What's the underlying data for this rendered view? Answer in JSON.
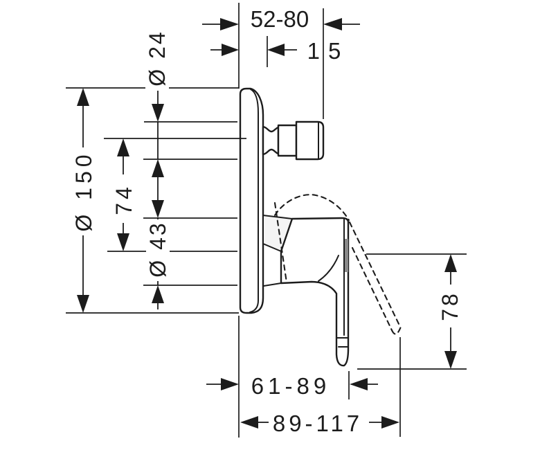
{
  "colors": {
    "ink": "#1c1c1c",
    "background": "#ffffff",
    "shade": "#8a8a8a"
  },
  "drawing": {
    "labels": {
      "depth_range_knob": "52-80",
      "plate_offset": "15",
      "knob_diameter": "Ø 24",
      "plate_diameter": "Ø 150",
      "axis_spacing": "74",
      "hub_diameter": "Ø 43",
      "lever_drop": "78",
      "depth_range_lever": "61-89",
      "depth_range_lever_tip": "89-117"
    }
  }
}
